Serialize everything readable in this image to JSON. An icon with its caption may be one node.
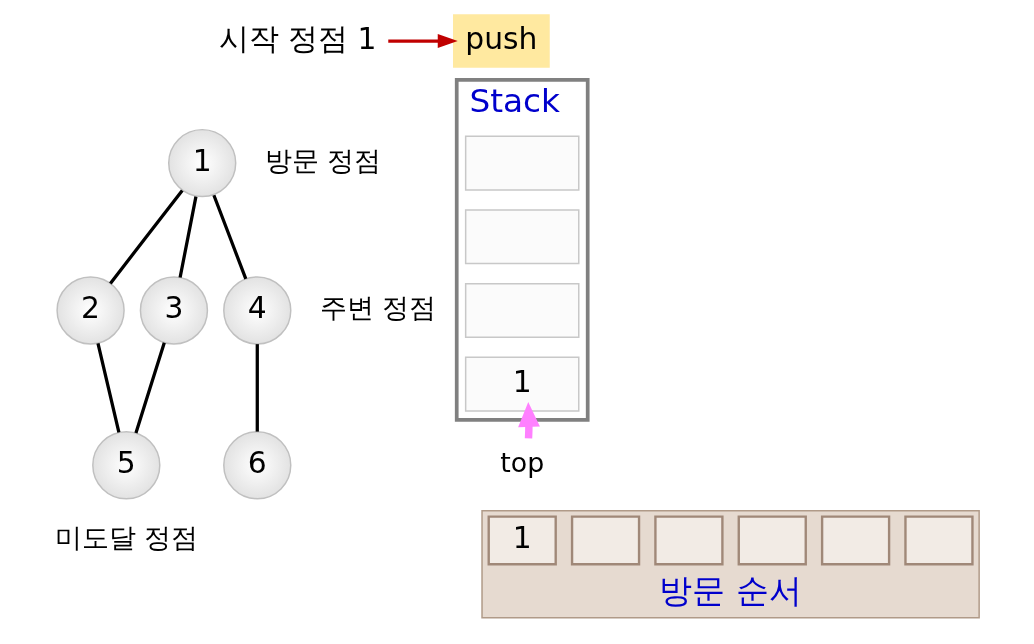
{
  "diagram": {
    "nodes": [
      {
        "text": [
          "시작 정점 1"
        ]
      },
      {
        "text": [
          "push"
        ]
      },
      {
        "text": [
          "1"
        ],
        "beside": [
          "방문 정점"
        ]
      },
      {
        "text": [
          "2"
        ]
      },
      {
        "text": [
          "3"
        ]
      },
      {
        "text": [
          "4"
        ],
        "beside": [
          "주변 정점"
        ]
      },
      {
        "text": [
          "5"
        ],
        "beside": [
          "미도달 정점"
        ]
      },
      {
        "text": [
          "6"
        ]
      },
      {
        "text": [
          "Stack"
        ]
      },
      {
        "text": [],
        "shape": "box",
        "in": 8
      },
      {
        "text": [],
        "shape": "box",
        "in": 8
      },
      {
        "text": [],
        "shape": "box",
        "in": 8
      },
      {
        "text": [
          "1"
        ],
        "in": 8
      },
      {
        "text": [
          "top"
        ]
      },
      {
        "text": [
          "방문 순서"
        ]
      },
      {
        "text": [
          "1"
        ],
        "in": 14
      },
      {
        "text": [],
        "shape": "box",
        "in": 14
      },
      {
        "text": [],
        "shape": "box",
        "in": 14
      },
      {
        "text": [],
        "shape": "box",
        "in": 14
      },
      {
        "text": [],
        "shape": "box",
        "in": 14
      },
      {
        "text": [],
        "shape": "box",
        "in": 14
      }
    ],
    "edges": [
      {
        "from": 0,
        "to": 1,
        "arrow": "to",
        "color": "#c00000"
      },
      {
        "from": 2,
        "to": 3,
        "arrow": "none"
      },
      {
        "from": 2,
        "to": 4,
        "arrow": "none"
      },
      {
        "from": 2,
        "to": 5,
        "arrow": "none"
      },
      {
        "from": 3,
        "to": 6,
        "arrow": "none"
      },
      {
        "from": 4,
        "to": 6,
        "arrow": "none"
      },
      {
        "from": 5,
        "to": 7,
        "arrow": "none"
      },
      {
        "from": 13,
        "to": 12,
        "arrow": "to",
        "style": "thick",
        "color": "#ff80ff"
      }
    ]
  }
}
